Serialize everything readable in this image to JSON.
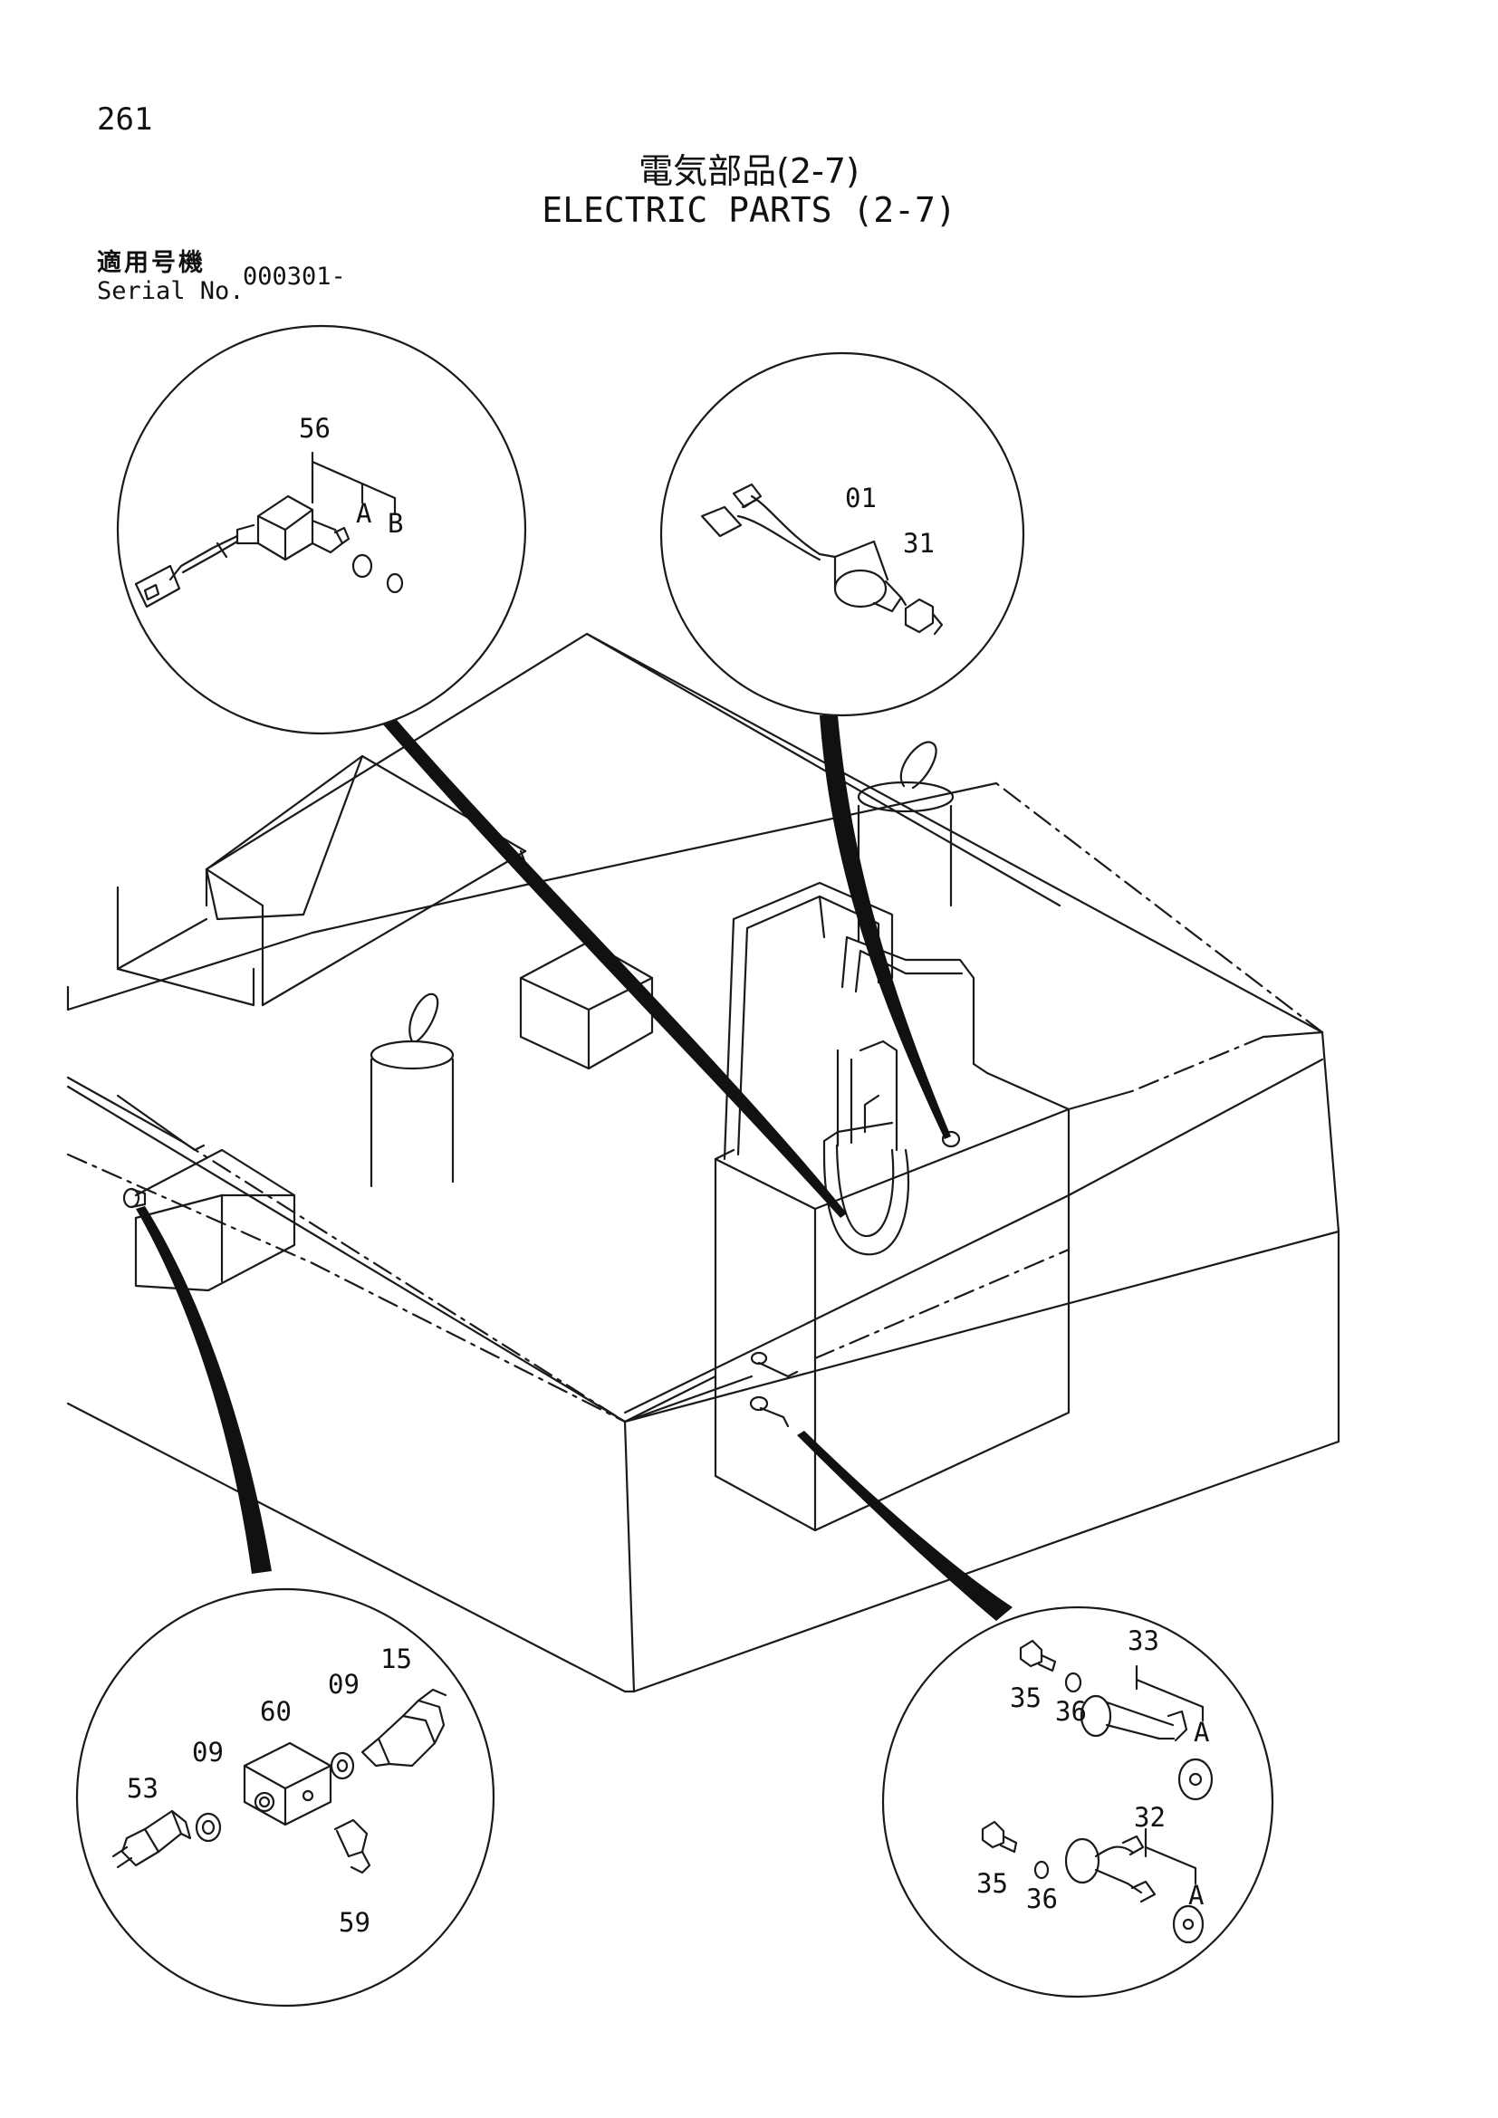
{
  "header": {
    "page_number": "261",
    "title_jp": "電気部品(2-7)",
    "title_en": "ELECTRIC PARTS (2-7)",
    "serial_label_jp": "適用号機",
    "serial_label_en": "Serial No.",
    "serial_value": "000301-"
  },
  "callouts": {
    "top_left": {
      "part": "56",
      "sub_a": "A",
      "sub_b": "B"
    },
    "top_right": {
      "part_a": "01",
      "part_b": "31"
    },
    "bottom_left": {
      "p53": "53",
      "p09a": "09",
      "p60": "60",
      "p09b": "09",
      "p15": "15",
      "p59": "59"
    },
    "bottom_right": {
      "p33": "33",
      "p35a": "35",
      "p36a": "36",
      "pAa": "A",
      "p32": "32",
      "p35b": "35",
      "p36b": "36",
      "pAb": "A"
    }
  }
}
